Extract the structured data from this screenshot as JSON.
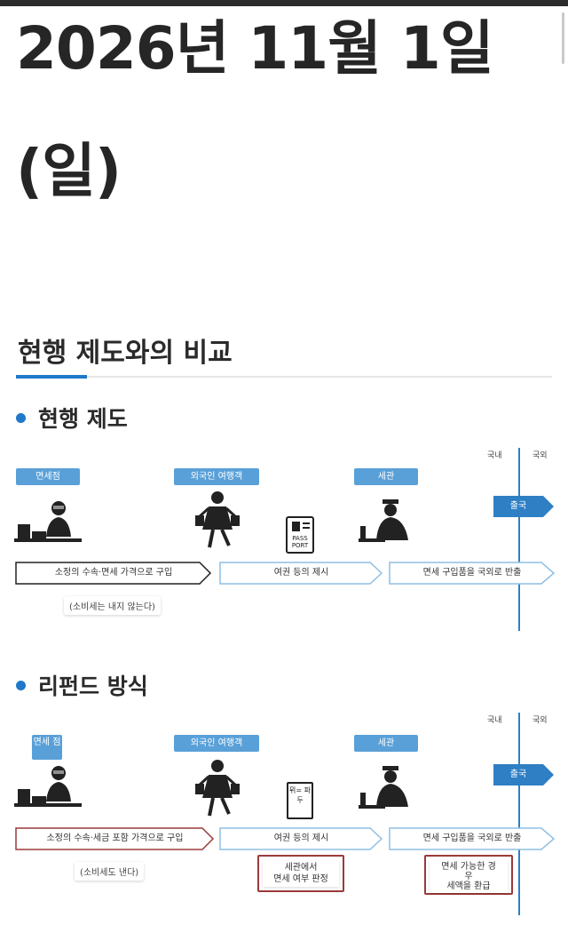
{
  "header": {
    "date_line1": "2026년 11월 1일",
    "date_line2": "(일)"
  },
  "section": {
    "title": "현행 제도와의 비교",
    "accent_color": "#1f78c8"
  },
  "current_system": {
    "title": "현행 제도",
    "tags": {
      "duty_free_shop": "면세점",
      "foreign_traveler": "외국인 여행객",
      "customs": "세관"
    },
    "border": {
      "domestic": "국내",
      "abroad": "국외",
      "departure": "출국"
    },
    "steps": [
      "소정의 수속·면세 가격으로 구입",
      "여권 등의 제시",
      "면세 구입품을 국외로 반출"
    ],
    "note": "(소비세는 내지 않는다)",
    "passport_label": "PASS PORT"
  },
  "refund_system": {
    "title": "리펀드 방식",
    "tags": {
      "duty_free_shop": "면세 점",
      "foreign_traveler": "외국인 여행객",
      "customs": "세관"
    },
    "border": {
      "domestic": "국내",
      "abroad": "국외",
      "departure": "출국"
    },
    "steps": [
      "소정의 수속·세금 포함 가격으로 구입",
      "여권 등의 제시",
      "면세 구입품을 국외로 반출"
    ],
    "note": "(소비세도 낸다)",
    "doc_label": "뮈= 파 두",
    "customs_note": [
      "세관에서",
      "면세 여부 판정"
    ],
    "refund_note": [
      "면세 가능한 경",
      "우",
      "세액을 환급"
    ]
  },
  "icons": [
    "clerk-icon",
    "traveler-icon",
    "passport-icon",
    "customs-officer-icon",
    "departure-arrow-icon"
  ]
}
